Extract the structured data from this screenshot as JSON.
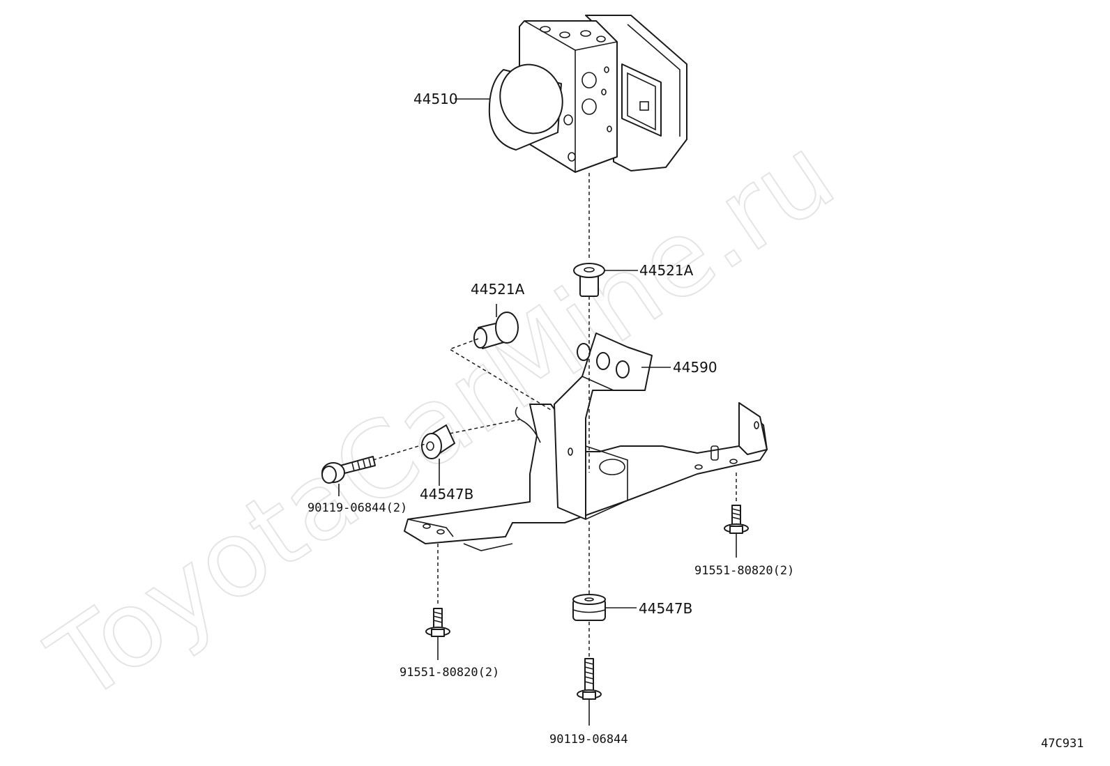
{
  "watermark": "ToyotaCarMine.ru",
  "diagram_code": "47C931",
  "parts": {
    "actuator": "44510",
    "collar_upper": "44521A",
    "collar_left": "44521A",
    "bracket": "44590",
    "cushion_left": "44547B",
    "cushion_lower": "44547B",
    "bolt_left": "90119-06844(2)",
    "bolt_right": "91551-80820(2)",
    "bolt_lower_left": "91551-80820(2)",
    "bolt_bottom": "90119-06844"
  }
}
